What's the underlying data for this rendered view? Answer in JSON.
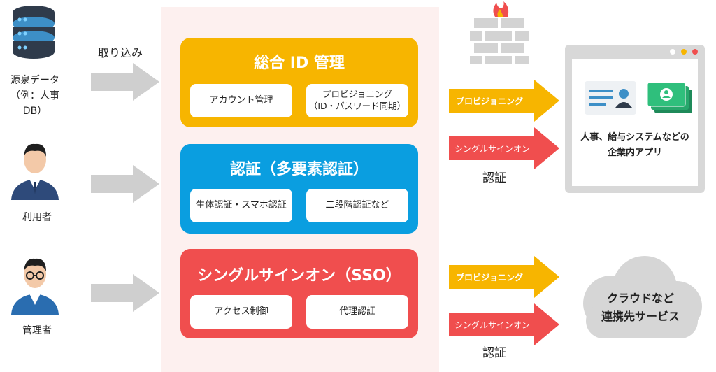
{
  "sources": {
    "database": {
      "line1": "源泉データ",
      "line2": "（例：人事 DB）"
    },
    "user": {
      "label": "利用者"
    },
    "admin": {
      "label": "管理者"
    },
    "import_label": "取り込み"
  },
  "boxes": {
    "idm": {
      "title": "総合 ID 管理",
      "chip1": "アカウント管理",
      "chip2_line1": "プロビジョニング",
      "chip2_line2": "（ID・パスワード同期）",
      "color": "#f7b500"
    },
    "auth": {
      "title": "認証（多要素認証）",
      "chip1": "生体認証・スマホ認証",
      "chip2": "二段階認証など",
      "color": "#0a9ee0"
    },
    "sso": {
      "title": "シングルサインオン（SSO）",
      "chip1": "アクセス制御",
      "chip2": "代理認証",
      "color": "#f04e4e"
    }
  },
  "flows": {
    "top": {
      "provisioning": "プロビジョニング",
      "sso": "シングルサインオン",
      "auth": "認証"
    },
    "bottom": {
      "provisioning": "プロビジョニング",
      "sso": "シングルサインオン",
      "auth": "認証"
    }
  },
  "targets": {
    "app": {
      "line1": "人事、給与システムなどの",
      "line2": "企業内アプリ"
    },
    "cloud": {
      "line1": "クラウドなど",
      "line2": "連携先サービス"
    }
  },
  "colors": {
    "yellow": "#f7b500",
    "blue": "#0a9ee0",
    "red": "#f04e4e",
    "gray": "#cfcfcf"
  }
}
